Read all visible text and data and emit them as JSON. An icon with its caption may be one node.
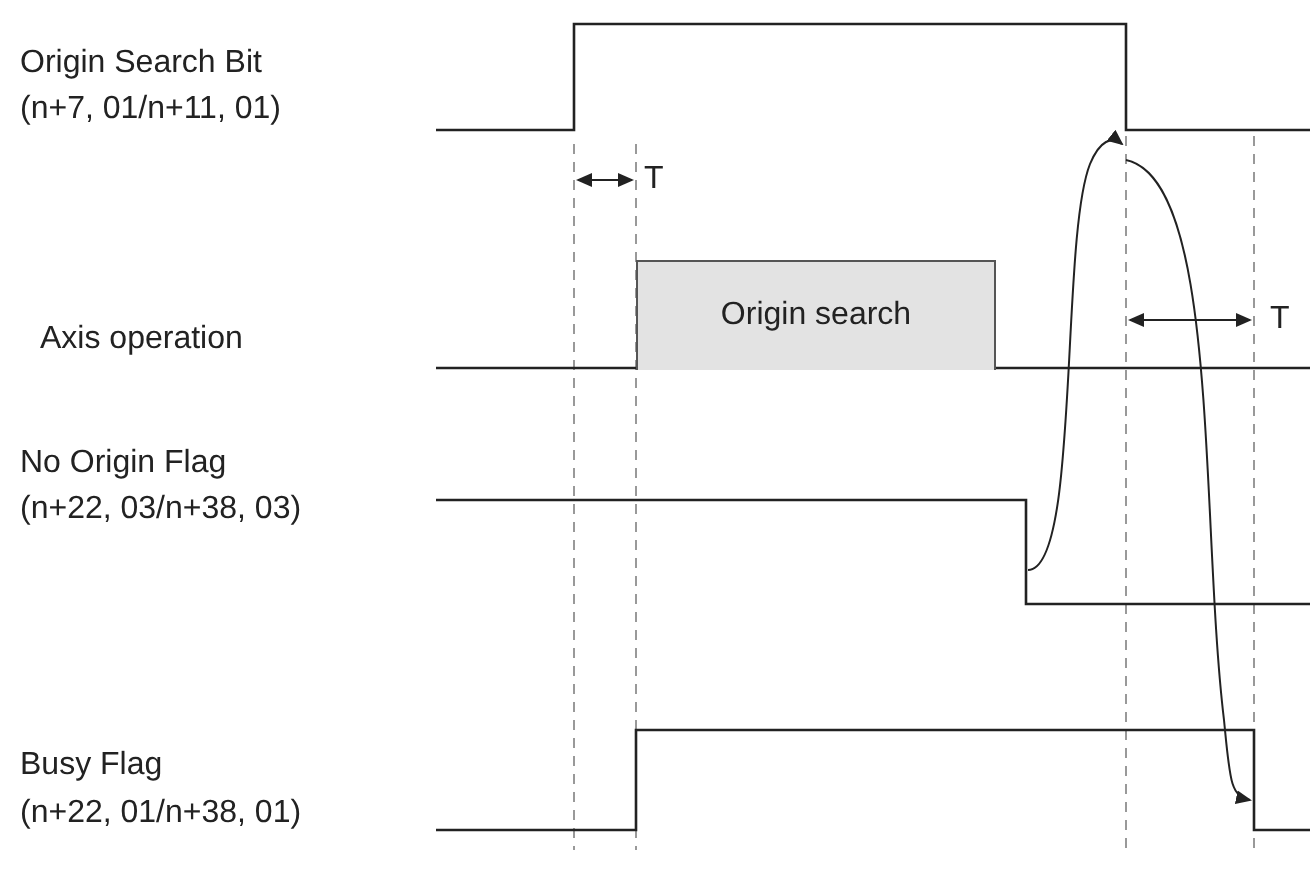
{
  "diagram": {
    "nodes": [
      {
        "text": [
          "Origin search"
        ]
      }
    ],
    "labels": [
      "Origin Search Bit",
      "(n+7, 01/n+11, 01)",
      "T",
      "Axis operation",
      "T",
      "No Origin Flag",
      "(n+22, 03/n+38, 03)",
      "Busy Flag",
      "(n+22, 01/n+38, 01)"
    ]
  }
}
